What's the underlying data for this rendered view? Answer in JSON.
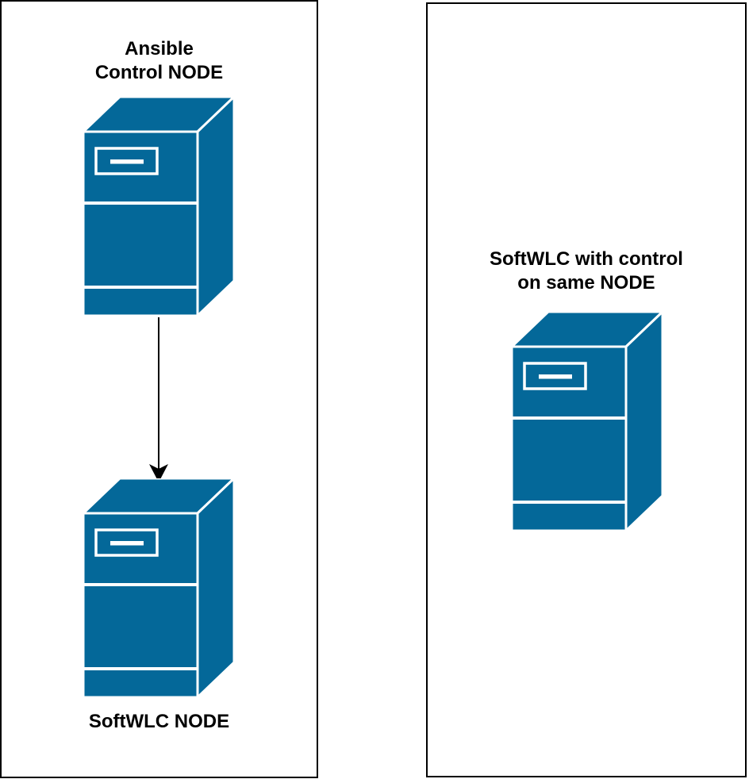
{
  "colors": {
    "server_fill": "#046899",
    "server_stroke": "#ffffff",
    "panel_border": "#000000",
    "arrow": "#000000",
    "text": "#000000",
    "background": "#ffffff"
  },
  "icons": {
    "server": "server-cabinet-icon",
    "arrow": "arrow-down-icon"
  },
  "left_panel": {
    "title_line1": "Ansible",
    "title_line2": "Control NODE",
    "bottom_label": "SoftWLC NODE"
  },
  "right_panel": {
    "title_line1": "SoftWLC with control",
    "title_line2": "on same NODE"
  }
}
